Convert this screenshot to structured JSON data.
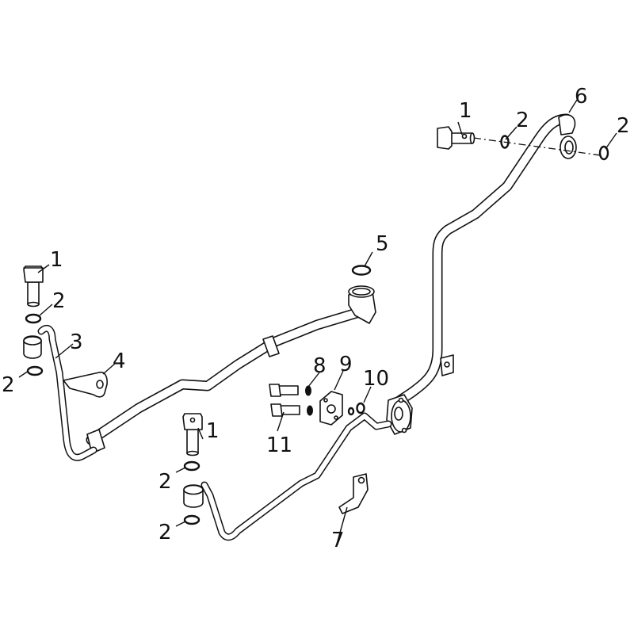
{
  "callouts": [
    {
      "label": "1"
    },
    {
      "label": "2"
    },
    {
      "label": "6"
    },
    {
      "label": "2"
    },
    {
      "label": "1"
    },
    {
      "label": "5"
    },
    {
      "label": "2"
    },
    {
      "label": "3"
    },
    {
      "label": "4"
    },
    {
      "label": "2"
    },
    {
      "label": "8"
    },
    {
      "label": "9"
    },
    {
      "label": "10"
    },
    {
      "label": "11"
    },
    {
      "label": "1"
    },
    {
      "label": "2"
    },
    {
      "label": "2"
    },
    {
      "label": "7"
    }
  ]
}
